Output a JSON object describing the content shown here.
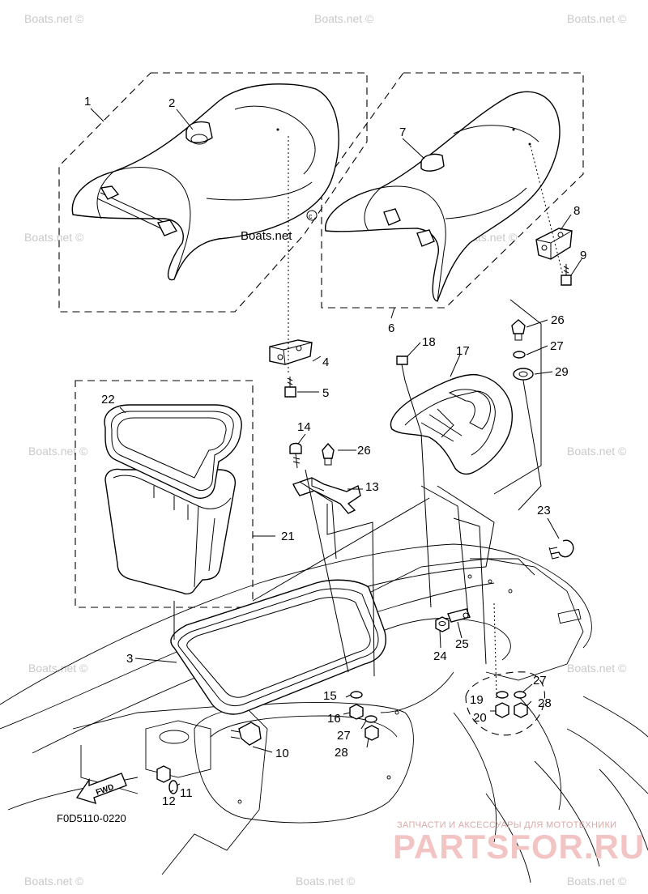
{
  "diagram": {
    "code": "F0D5110-0220",
    "direction_label": "FWD",
    "watermark": "Boats.net ©",
    "center_watermark": "Boats.net",
    "dealer_tagline": "ЗАПЧАСТИ И АКСЕССУАРЫ ДЛЯ МОТОТЕХНИКИ",
    "dealer_logo": "PARTSFOR.RU",
    "callouts": [
      "1",
      "2",
      "3",
      "4",
      "5",
      "6",
      "7",
      "8",
      "9",
      "10",
      "11",
      "12",
      "13",
      "14",
      "15",
      "16",
      "17",
      "18",
      "19",
      "20",
      "21",
      "22",
      "23",
      "24",
      "25",
      "26",
      "26",
      "27",
      "27",
      "27",
      "28",
      "28",
      "29"
    ]
  }
}
